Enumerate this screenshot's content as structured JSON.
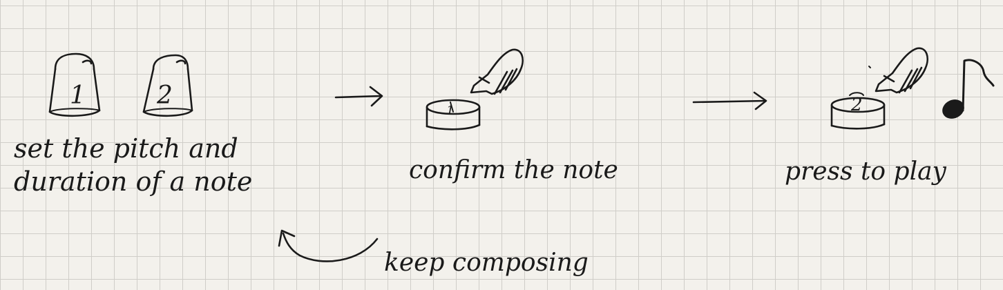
{
  "steps": {
    "set": {
      "label_line1": "set the pitch and",
      "label_line2": "duration of a note",
      "knob1_number": "1",
      "knob2_number": "2"
    },
    "confirm": {
      "label": "confirm the note",
      "button_number": "1"
    },
    "play": {
      "label": "press to play",
      "button_number": "2"
    },
    "loop": {
      "label": "keep composing"
    }
  },
  "colors": {
    "ink": "#1a1a1a",
    "paper": "#f3f1ec",
    "grid": "#cfcdc8"
  }
}
